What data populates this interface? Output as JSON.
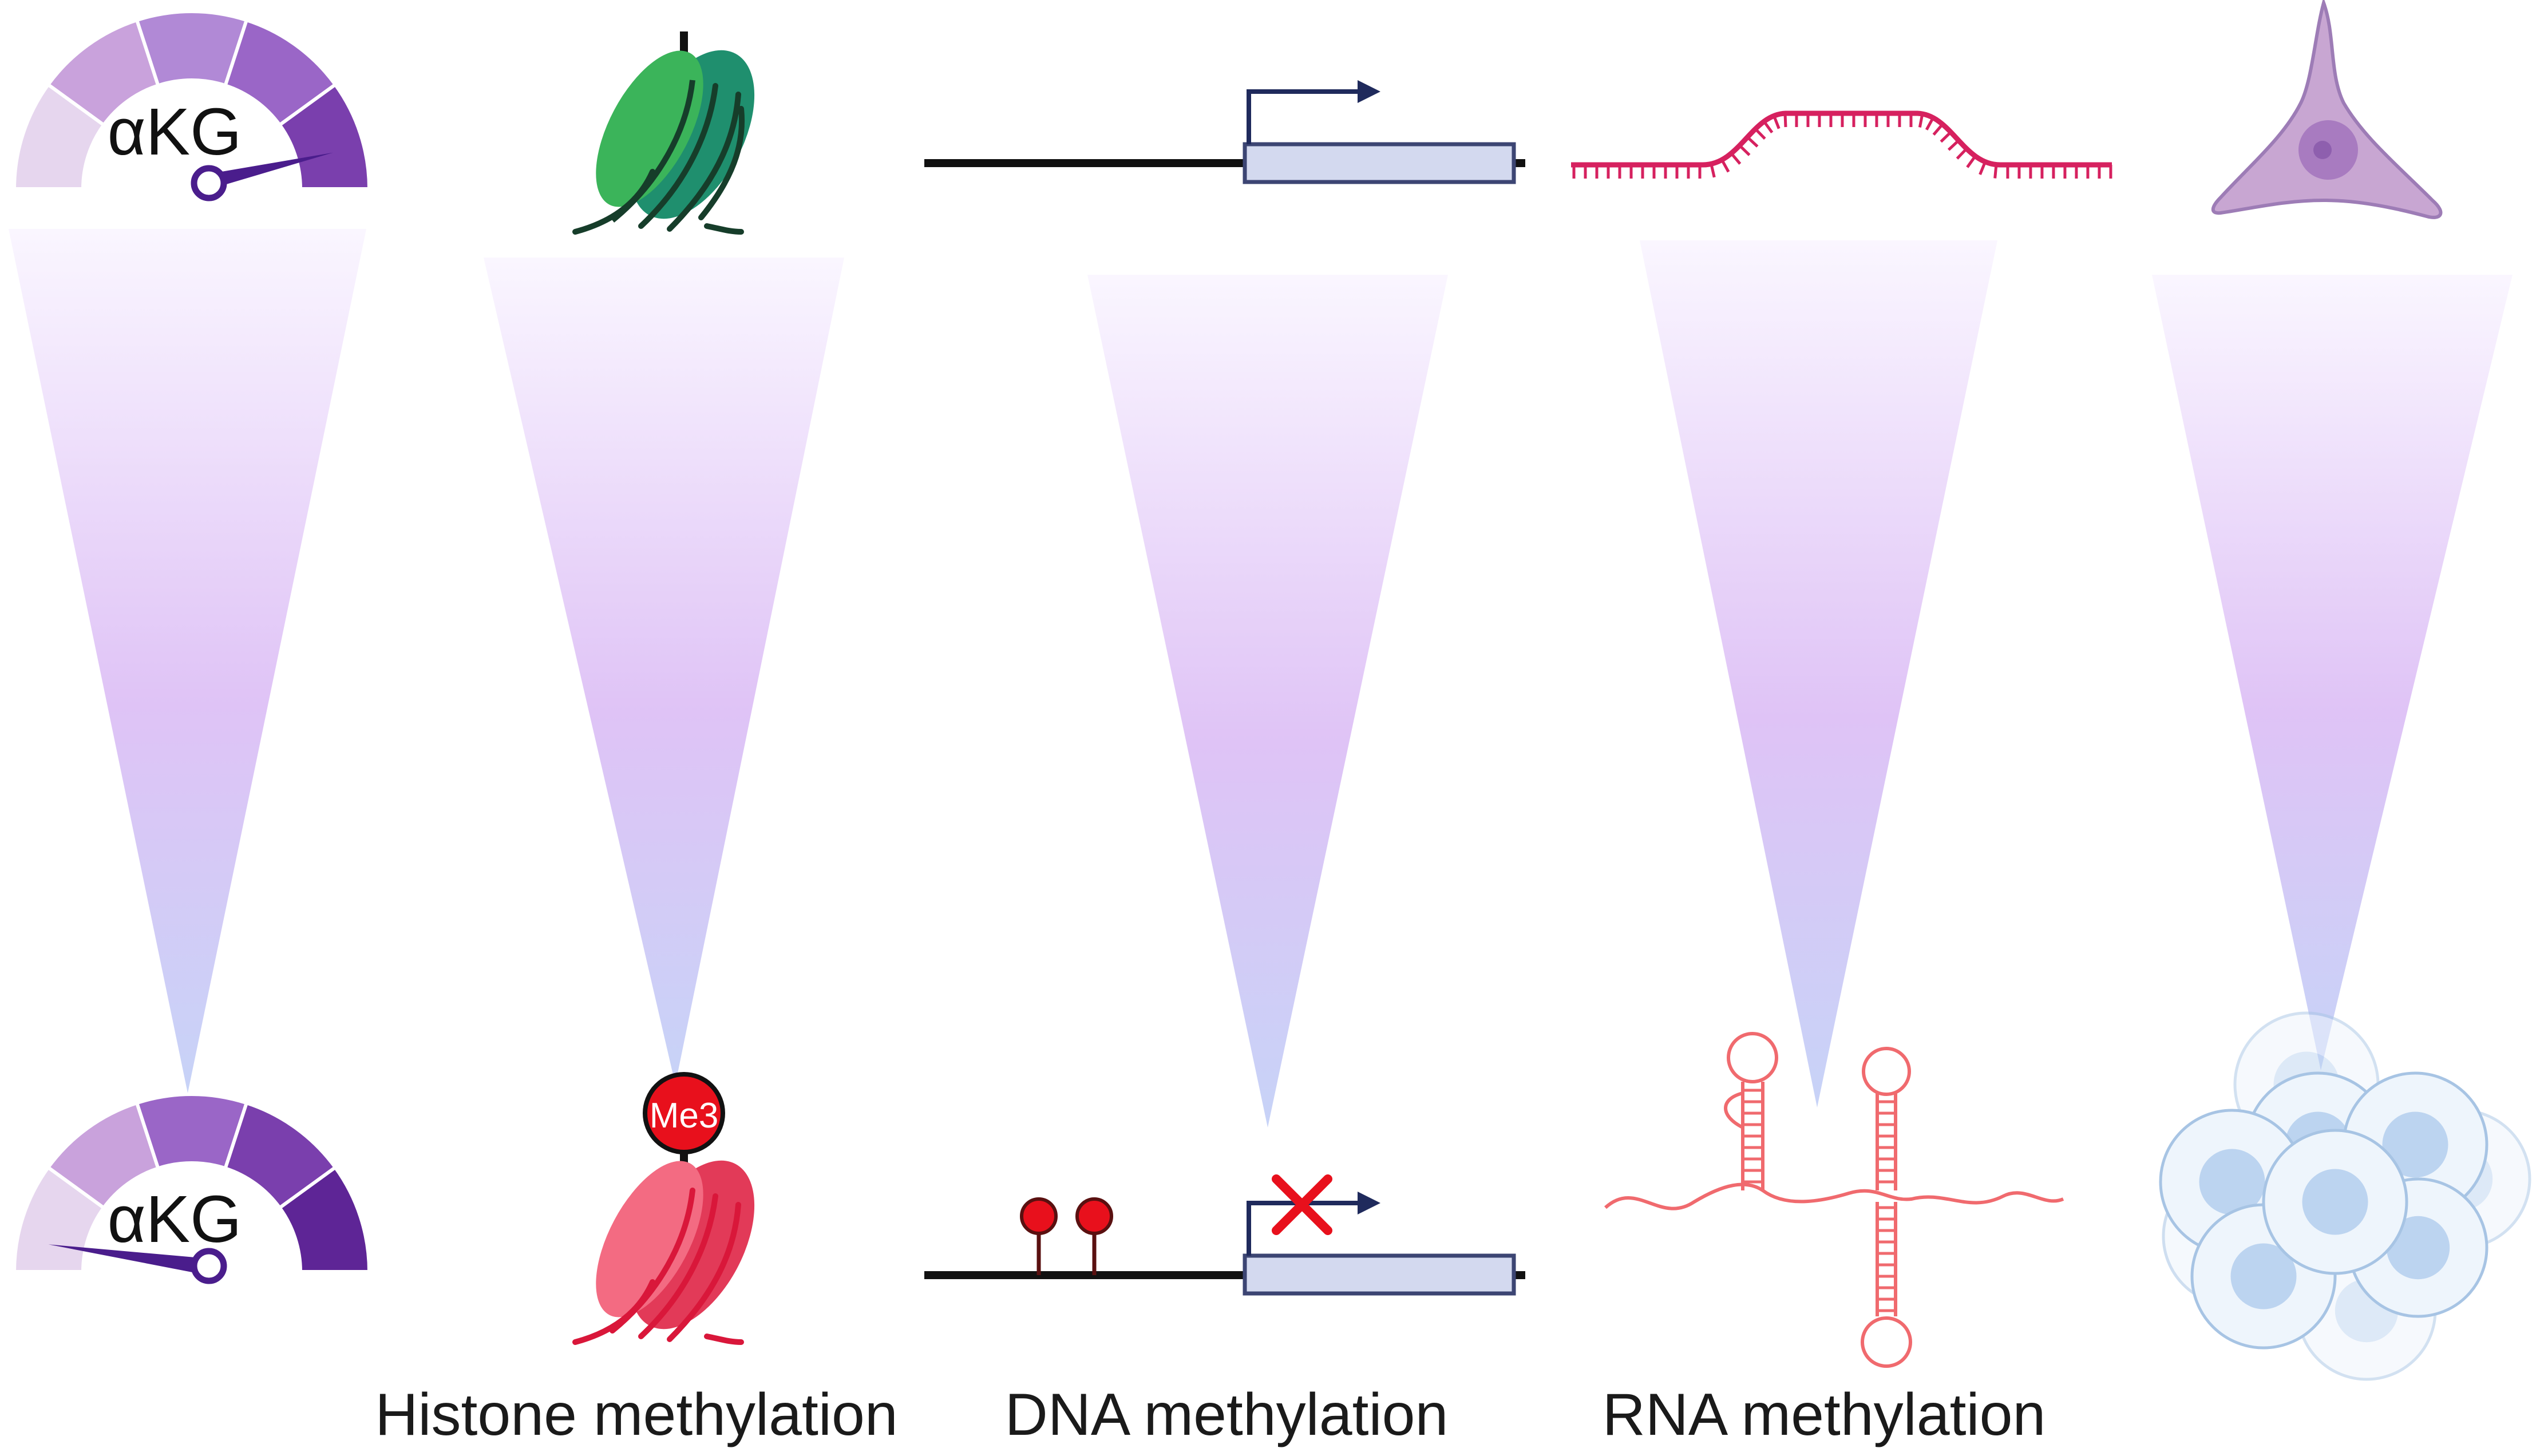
{
  "gauges": {
    "top_label": "αKG",
    "bottom_label": "αKG",
    "top_level_fraction": 0.92,
    "bottom_level_fraction": 0.06,
    "segment_colors": [
      "#e6d6ee",
      "#c9a2dc",
      "#b189d6",
      "#9a66c7",
      "#7a3fad"
    ],
    "bottom_segment_colors": [
      "#e6d6ee",
      "#c9a2dc",
      "#9a66c7",
      "#7a3fad",
      "#5e2596"
    ],
    "needle_color": "#4a1d8c"
  },
  "histone": {
    "mark_label": "Me3",
    "top_color": "#2fa566",
    "bottom_color": "#f05a7a",
    "mark_color": "#e8101c"
  },
  "captions": {
    "histone": "Histone methylation",
    "dna": "DNA methylation",
    "rna": "RNA methylation"
  },
  "colors": {
    "gradient_top": "#f7efff",
    "gradient_mid": "#dfc3f6",
    "gradient_bottom": "#c7d3f7",
    "gene_box": "#d3d9ef",
    "gene_outline": "#3c4573",
    "rna": "#d6215f",
    "rna_struct": "#f06a6e",
    "cell": "#a98bc0",
    "cell_cluster": "#cfe3f7"
  }
}
